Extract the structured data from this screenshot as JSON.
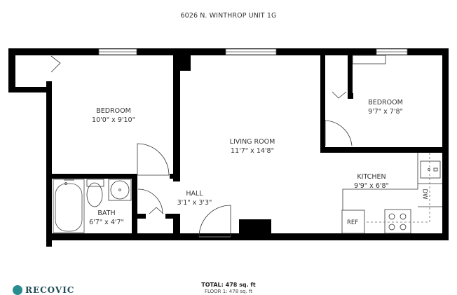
{
  "header": {
    "title": "6026 N. WINTHROP UNIT 1G"
  },
  "rooms": [
    {
      "name": "BEDROOM",
      "dimensions": "10'0\" x 9'10\""
    },
    {
      "name": "LIVING ROOM",
      "dimensions": "11'7\" x 14'8\""
    },
    {
      "name": "BEDROOM",
      "dimensions": "9'7\" x 7'8\""
    },
    {
      "name": "KITCHEN",
      "dimensions": "9'9\" x 6'8\""
    },
    {
      "name": "HALL",
      "dimensions": "3'1\" x 3'3\""
    },
    {
      "name": "BATH",
      "dimensions": "6'7\" x 4'7\""
    }
  ],
  "fixtures": {
    "refrigerator": "REF",
    "dishwasher": "DW"
  },
  "footer": {
    "total": "TOTAL: 478 sq. ft",
    "floor": "FLOOR 1: 478 sq. ft",
    "logo": "RECOVIC"
  },
  "colors": {
    "wall": "#000000",
    "logo_mark": "#2a8c8f",
    "logo_text": "#1f4c57"
  }
}
